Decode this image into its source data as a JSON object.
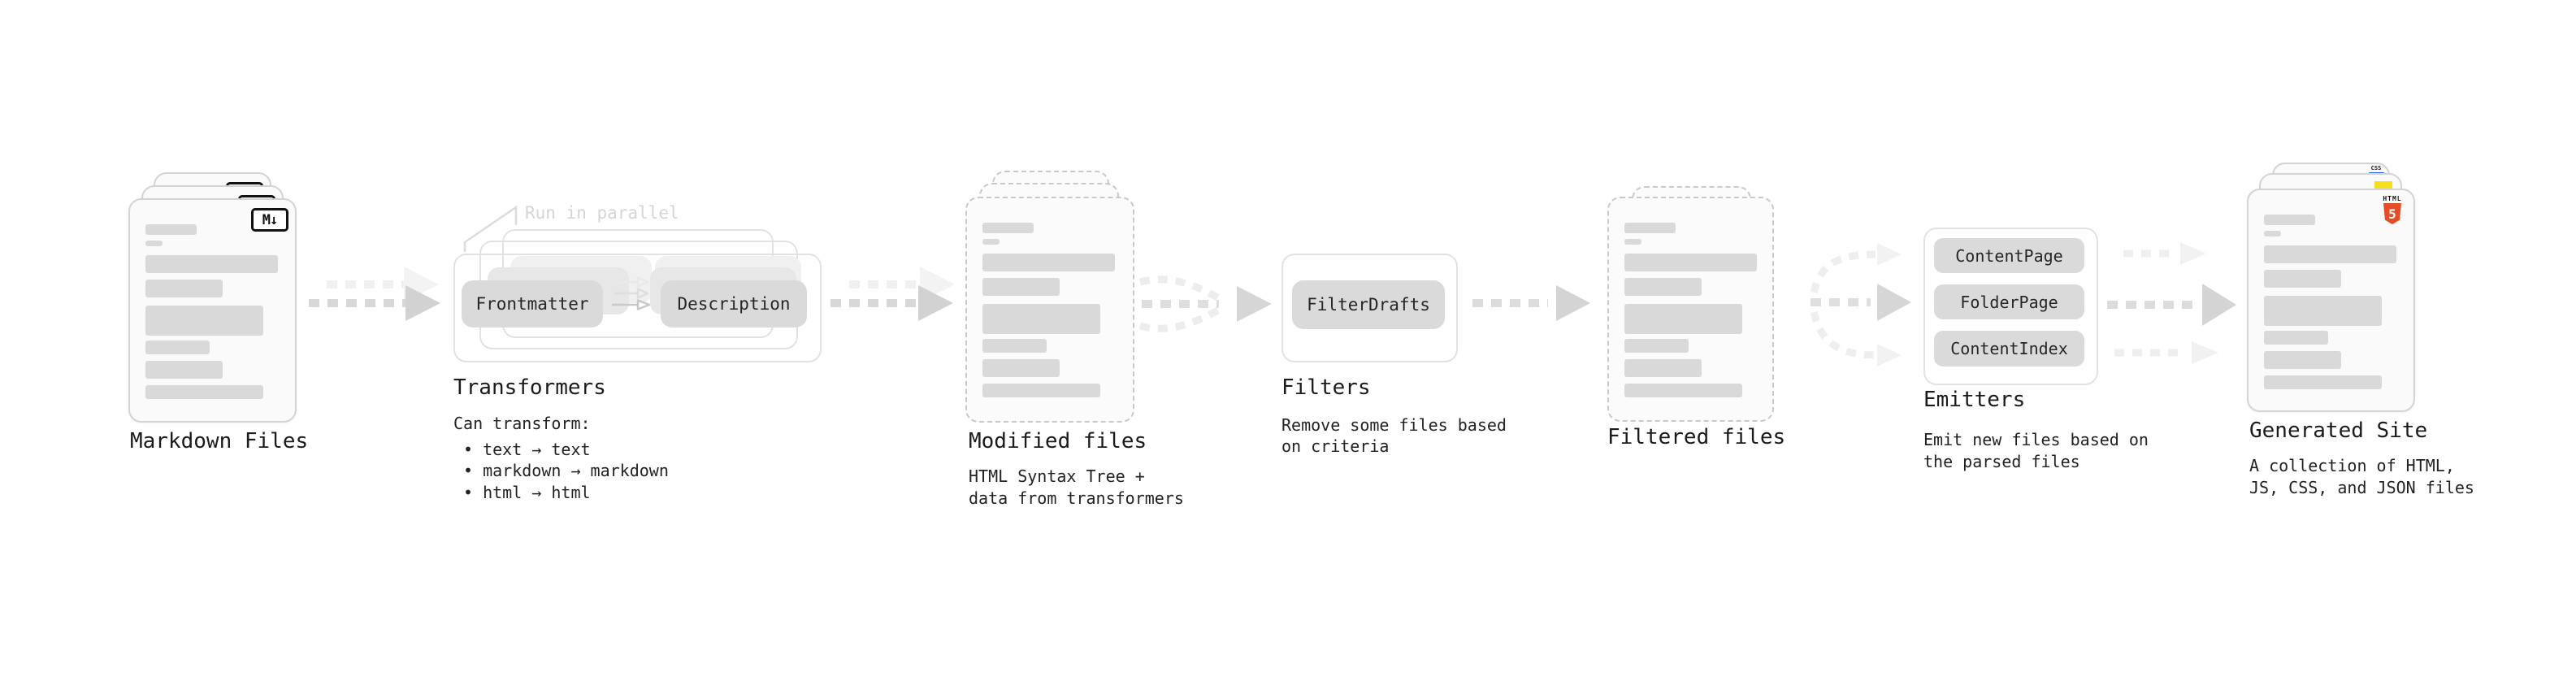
{
  "markdown_files": {
    "title": "Markdown Files",
    "file_icon_label": "M↓"
  },
  "transformers": {
    "annotation": "Run in parallel",
    "input_pill": "Frontmatter",
    "output_pill": "Description",
    "title": "Transformers",
    "description_heading": "Can transform:",
    "bullets": [
      "text → text",
      "markdown → markdown",
      "html → html"
    ]
  },
  "modified_files": {
    "title": "Modified files",
    "description_lines": [
      "HTML Syntax Tree +",
      "data from transformers"
    ]
  },
  "filters": {
    "title": "Filters",
    "pill": "FilterDrafts",
    "description_lines": [
      "Remove some files based",
      "on criteria"
    ]
  },
  "filtered_files": {
    "title": "Filtered files"
  },
  "emitters": {
    "title": "Emitters",
    "pills": [
      "ContentPage",
      "FolderPage",
      "ContentIndex"
    ],
    "description_lines": [
      "Emit new files based on",
      "the parsed files"
    ]
  },
  "generated_site": {
    "title": "Generated Site",
    "description_lines": [
      "A collection of HTML,",
      "JS, CSS, and JSON files"
    ],
    "html5_badge": {
      "top": "HTML",
      "number": "5"
    },
    "css_badge": "CSS"
  },
  "colors": {
    "html5_orange": "#e44d26",
    "js_yellow": "#f7df1e",
    "css_blue": "#2965f1",
    "placeholder_gray": "#d9d9d9",
    "pill_gray": "#dadada",
    "arrow_gray": "#d8d8d8",
    "ghost_gray": "#f0f0f0"
  }
}
